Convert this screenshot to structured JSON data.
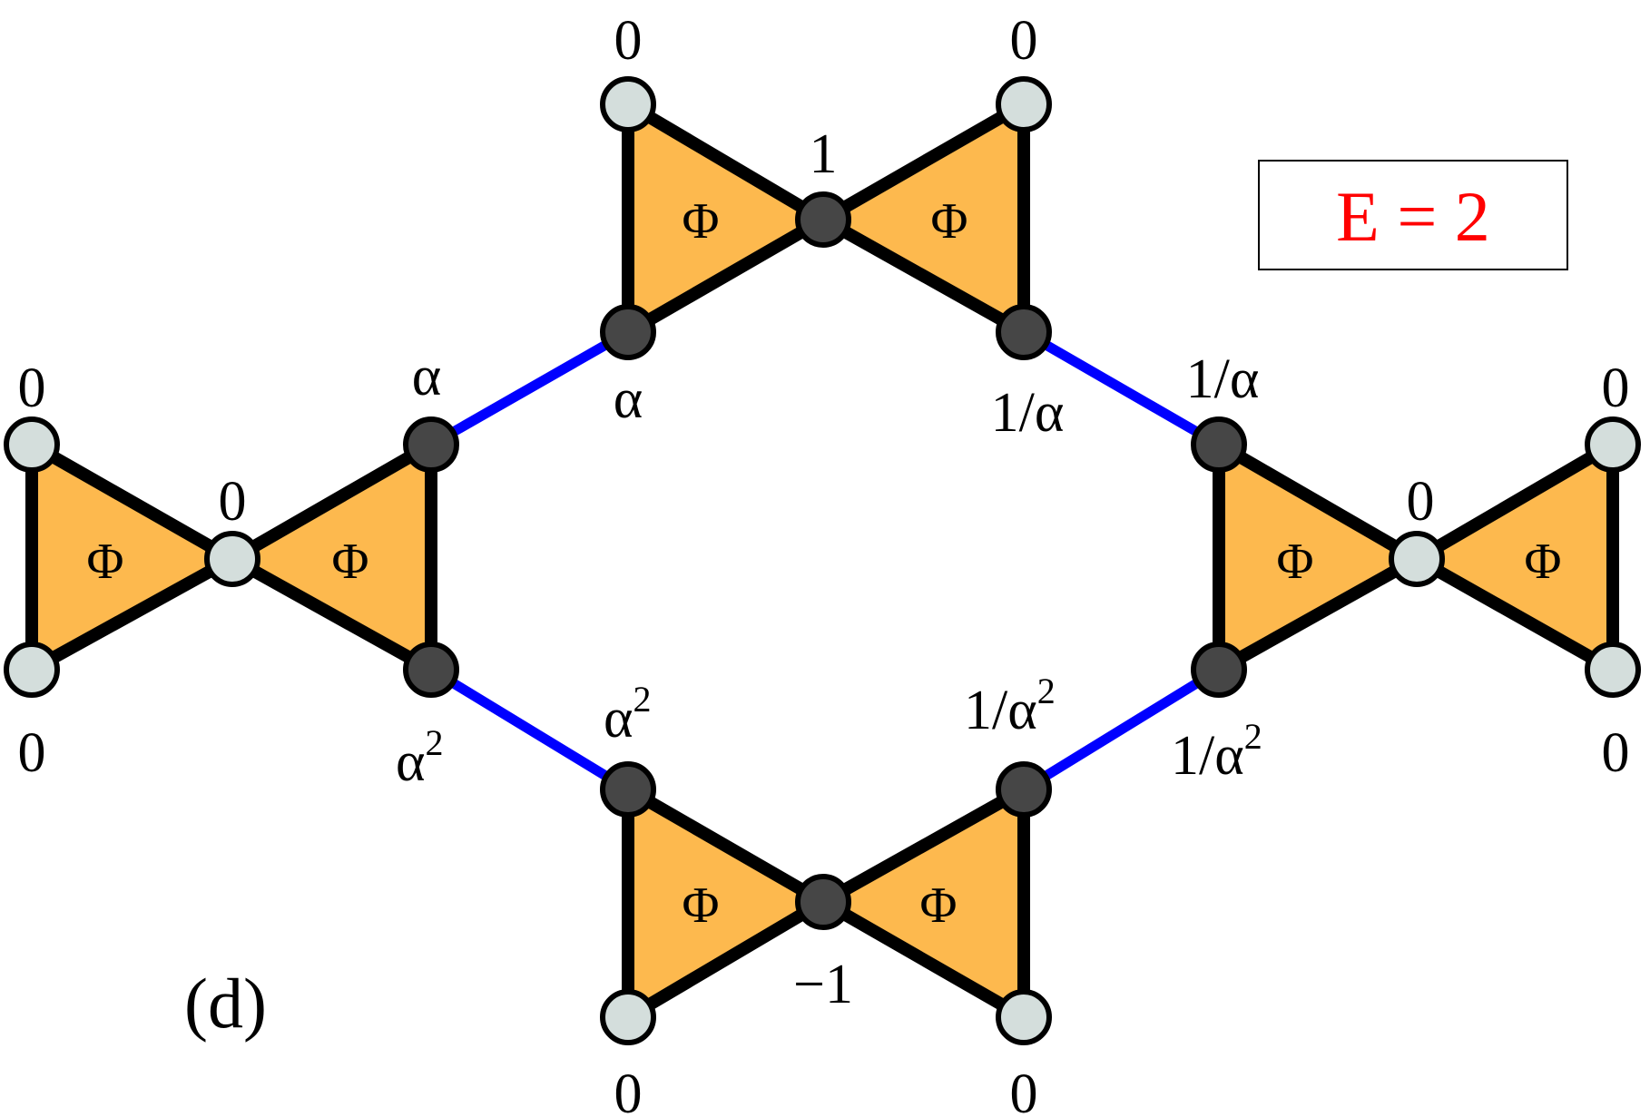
{
  "colors": {
    "triangle_fill": "#FDB94E",
    "outline": "#000000",
    "link": "#0000FF",
    "site_dark": "#464646",
    "site_light": "#D4DEDC",
    "energy_text": "#FF0000"
  },
  "energy_label": "E = 2",
  "panel_label": "(d)",
  "phi_symbol": "Φ",
  "labels": {
    "top_left_outer": "0",
    "top_right_outer": "0",
    "top_center": "1",
    "top_left_inner": "α",
    "top_right_inner": "1/α",
    "left_top_outer": "0",
    "left_bottom_outer": "0",
    "left_center": "0",
    "left_top_inner": "α",
    "left_bottom_base": "α",
    "left_bottom_exp": "2",
    "right_top_outer": "0",
    "right_bottom_outer": "0",
    "right_center": "0",
    "right_top_inner": "1/α",
    "right_bottom_base": "1/α",
    "right_bottom_exp": "2",
    "bottom_left_outer": "0",
    "bottom_right_outer": "0",
    "bottom_center": "−1",
    "bottom_left_inner_base": "α",
    "bottom_left_inner_exp": "2",
    "bottom_right_inner_base": "1/α",
    "bottom_right_inner_exp": "2"
  }
}
